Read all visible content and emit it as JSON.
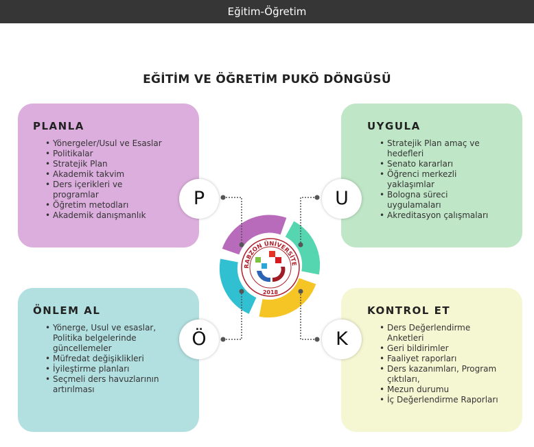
{
  "window": {
    "title": "Eğitim-Öğretim"
  },
  "heading": "EĞİTİM VE ÖĞRETİM PUKÖ DÖNGÜSÜ",
  "colors": {
    "planla": "#dcaedd",
    "uygula": "#bfe6c6",
    "onlem": "#b2dfe0",
    "kontrol": "#f5f7d2"
  },
  "phases": {
    "planla": {
      "letter": "P",
      "title": "PLANLA",
      "items": [
        "Yönergeler/Usul ve Esaslar",
        "Politikalar",
        "Stratejik Plan",
        "Akademik takvim",
        "Ders içerikleri ve programlar",
        "Öğretim metodları",
        "Akademik danışmanlık"
      ]
    },
    "uygula": {
      "letter": "U",
      "title": "UYGULA",
      "items": [
        "Stratejik Plan amaç ve hedefleri",
        "Senato kararları",
        "Öğrenci merkezli yaklaşımlar",
        "Bologna süreci uygulamaları",
        "Akreditasyon çalışmaları"
      ]
    },
    "onlem": {
      "letter": "Ö",
      "title": "ÖNLEM AL",
      "items": [
        "Yönerge, Usul ve esaslar, Politika belgelerinde güncellemeler",
        "Müfredat değişiklikleri",
        "İyileştirme planları",
        "Seçmeli ders havuzlarının artırılması"
      ]
    },
    "kontrol": {
      "letter": "K",
      "title": "KONTROL ET",
      "items": [
        "Ders Değerlendirme Anketleri",
        "Geri bildirimler",
        "Faaliyet raporları",
        "Ders kazanımları, Program çıktıları,",
        "Mezun durumu",
        "İç Değerlendirme Raporları"
      ]
    }
  },
  "logo": {
    "name": "TRABZON ÜNİVERSİTESİ",
    "year": "2018"
  }
}
